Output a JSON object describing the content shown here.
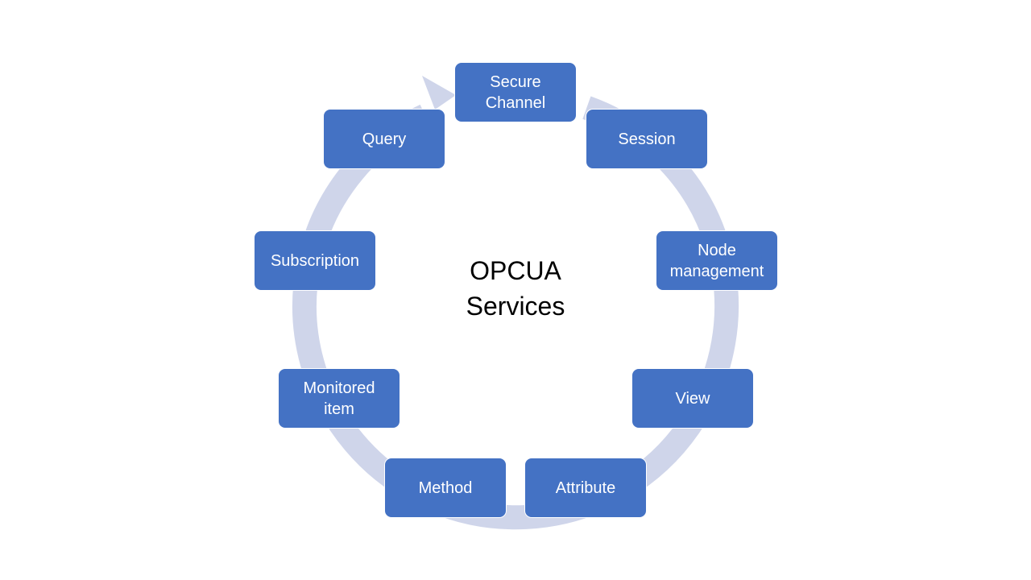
{
  "diagram": {
    "center_label": "OPCUA\nServices",
    "colors": {
      "node_fill": "#4472c4",
      "node_text": "#ffffff",
      "ring": "#cfd5ea",
      "center_text": "#000000"
    },
    "nodes": [
      {
        "id": "secure-channel",
        "label": "Secure\nChannel"
      },
      {
        "id": "session",
        "label": "Session"
      },
      {
        "id": "node-management",
        "label": "Node\nmanagement"
      },
      {
        "id": "view",
        "label": "View"
      },
      {
        "id": "attribute",
        "label": "Attribute"
      },
      {
        "id": "method",
        "label": "Method"
      },
      {
        "id": "monitored-item",
        "label": "Monitored\nitem"
      },
      {
        "id": "subscription",
        "label": "Subscription"
      },
      {
        "id": "query",
        "label": "Query"
      }
    ],
    "ring_direction": "clockwise"
  }
}
